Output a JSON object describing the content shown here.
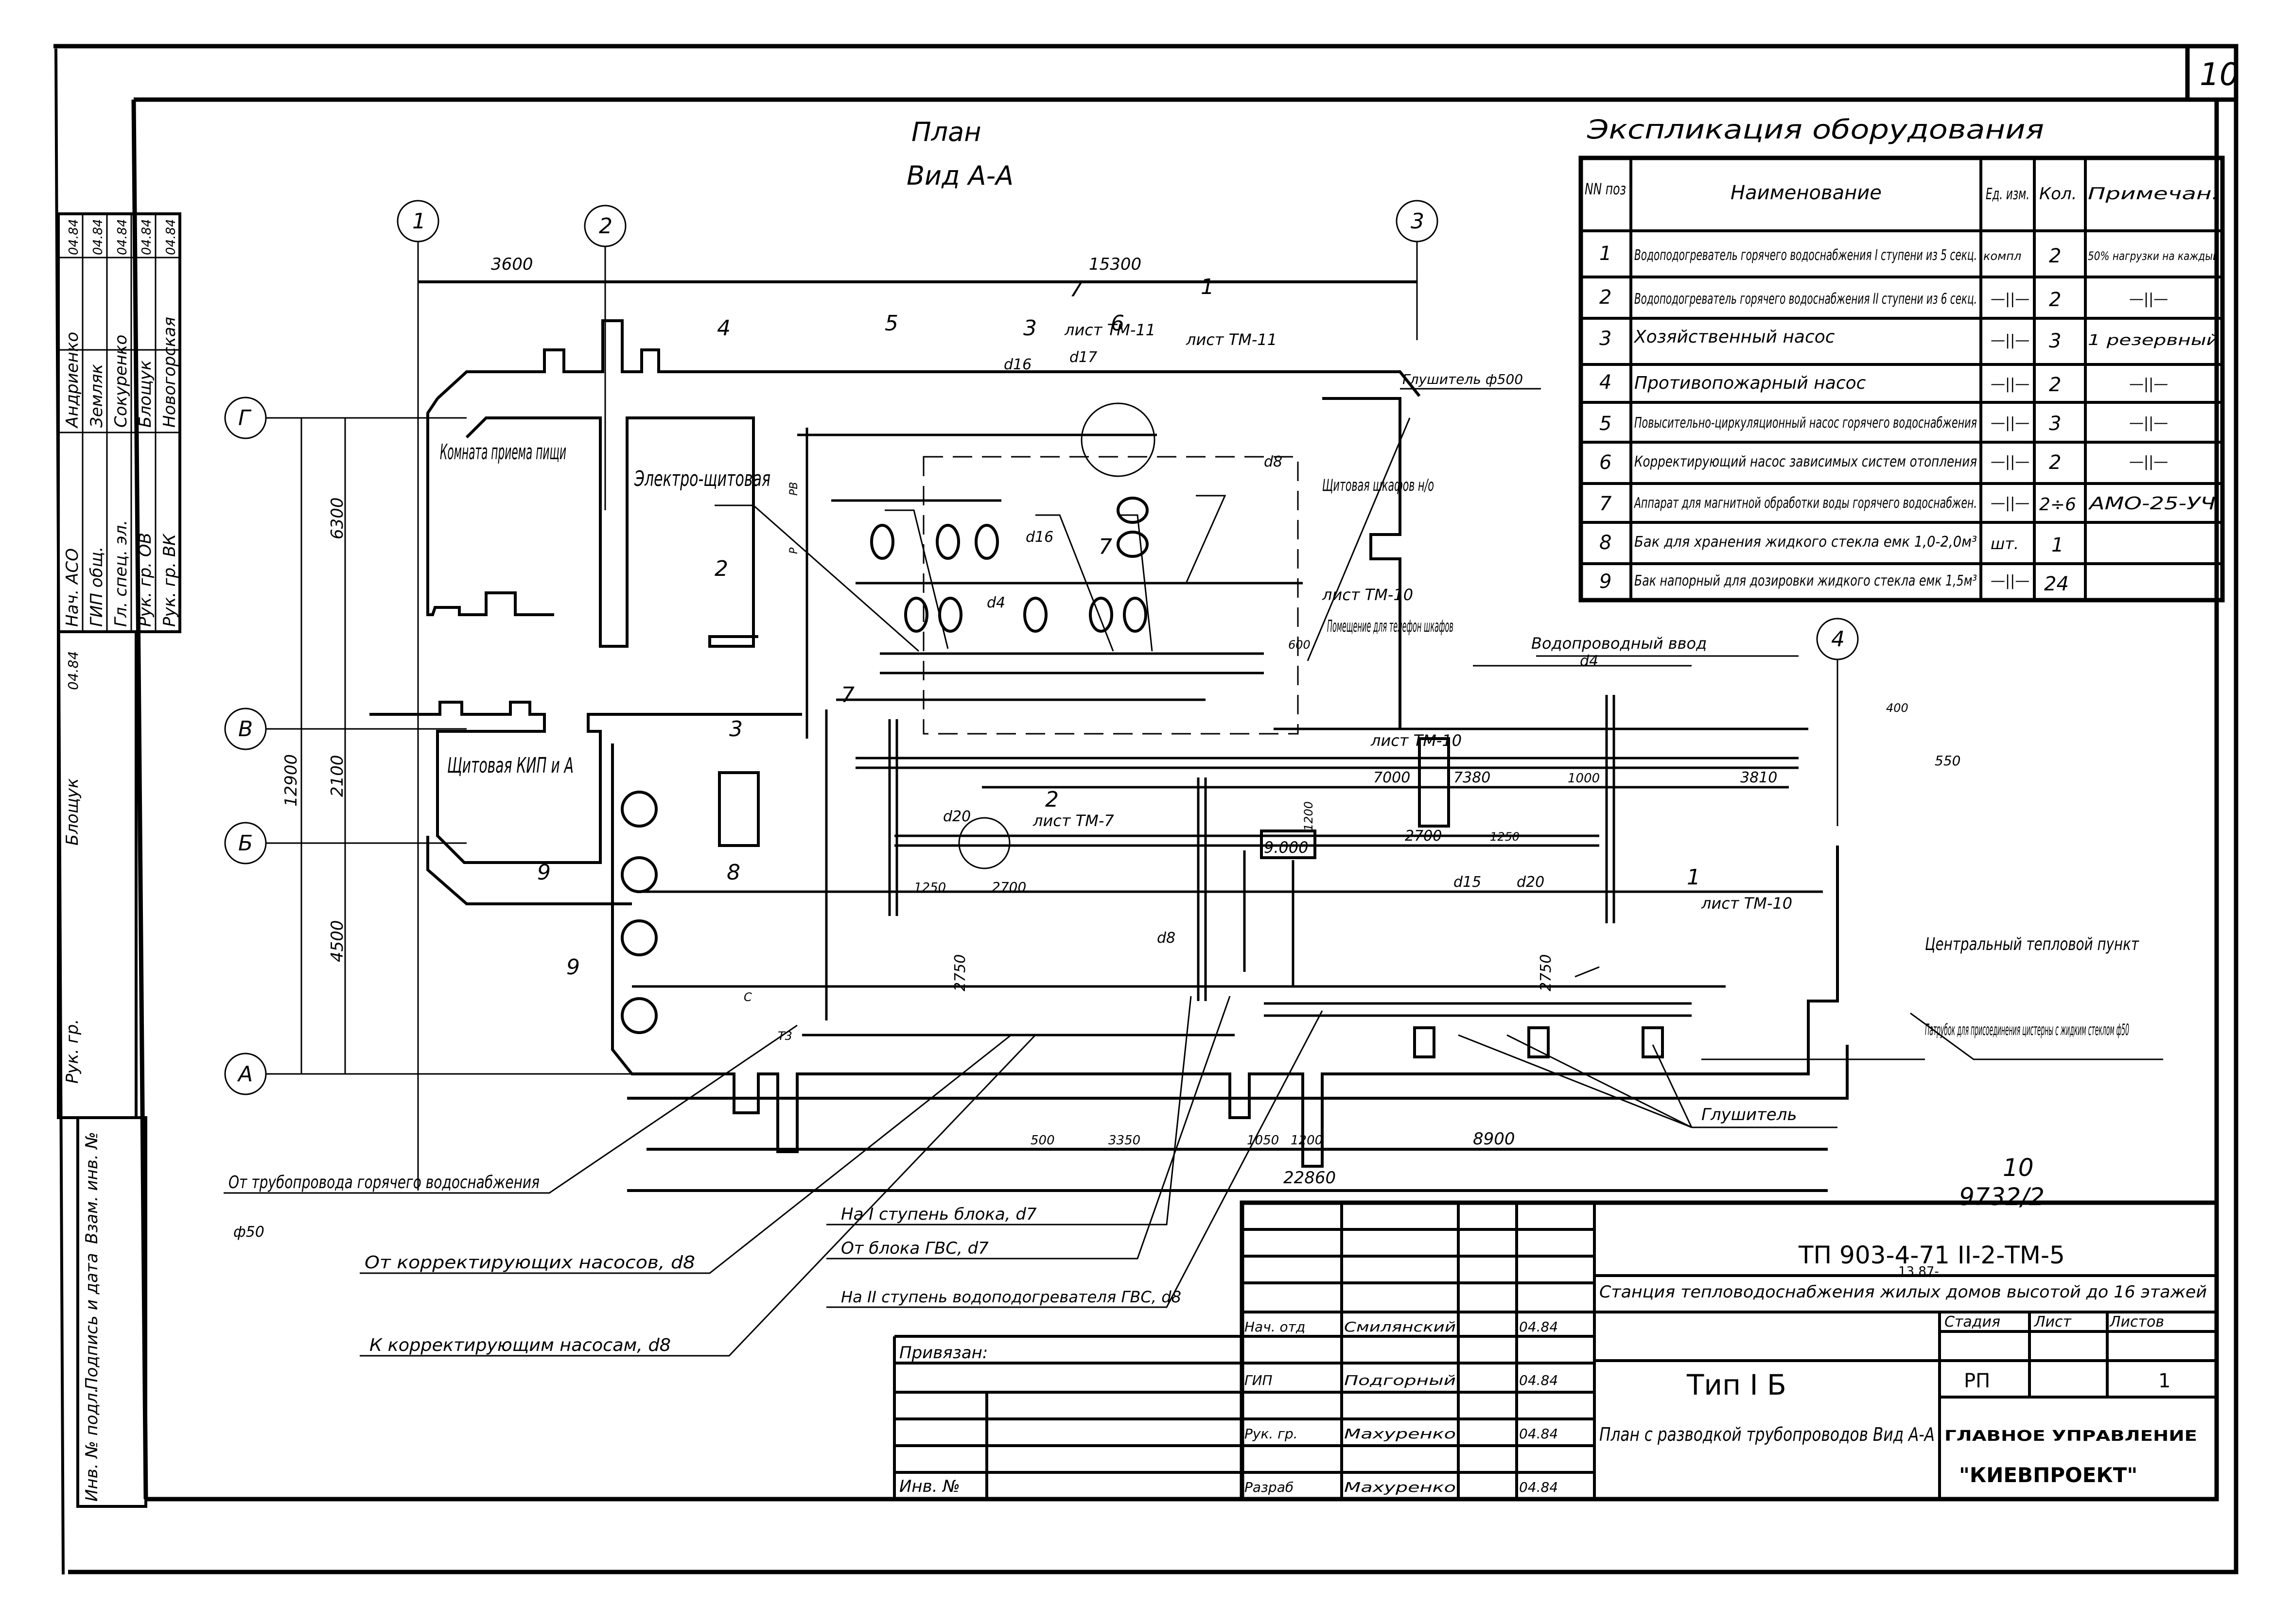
{
  "sheet": {
    "number": "10",
    "archive_code": "10",
    "archive_number": "9732/2"
  },
  "plan": {
    "title": "План",
    "subtitle": "Вид А-А",
    "axes_columns": [
      "1",
      "2",
      "3",
      "4"
    ],
    "axes_rows": [
      "Г",
      "В",
      "Б",
      "А"
    ],
    "dimensions_top": [
      "3600",
      "15300"
    ],
    "dimensions_left": [
      "6300",
      "2100",
      "12900",
      "4500"
    ],
    "dimensions_bottom": [
      "500",
      "3350",
      "1050",
      "1200",
      "8900",
      "22860"
    ],
    "dimensions_inner": [
      "7000",
      "7380",
      "1000",
      "3810",
      "400",
      "550",
      "1200",
      "1250",
      "2700",
      "2700",
      "1250",
      "2750",
      "2750",
      "600",
      "9.000"
    ],
    "rooms": [
      {
        "label": "Комната приема пищи"
      },
      {
        "label": "Электро-щитовая"
      },
      {
        "label": "Щитовая КИП и А"
      },
      {
        "label": "Щитовая шкафов н/о"
      },
      {
        "label": "Помещение для телефон шкафов"
      }
    ],
    "sheet_refs": [
      "лист ТМ-11",
      "лист ТМ-11",
      "лист ТМ-10",
      "лист ТМ-10",
      "лист ТМ-10",
      "лист ТМ-7"
    ],
    "section_marks": [
      "1",
      "2",
      "3",
      "7",
      "1"
    ],
    "position_marks": [
      "4",
      "5",
      "3",
      "6",
      "7",
      "7",
      "8",
      "9",
      "9",
      "2"
    ],
    "pipe_labels": [
      "d16",
      "d17",
      "d16",
      "d8",
      "d4",
      "d4",
      "d20",
      "d15",
      "d20",
      "d8",
      "РВ",
      "Р",
      "С",
      "Т3"
    ],
    "callouts": {
      "muffler_top": "Глушитель ф500",
      "water_inlet": "Водопроводный ввод",
      "central_heat": "Центральный тепловой пункт",
      "nozzle": "Патрубок для присоединения цистерны с жидким стеклом ф50",
      "muffler_bottom": "Глушитель",
      "from_hot_water": "От трубопровода горячего водоснабжения",
      "from_hot_water_dia": "ф50",
      "from_correcting": "От корректирующих насосов, d8",
      "to_correcting": "К корректирующим насосам, d8",
      "to_stage1": "На I ступень блока, d7",
      "from_block": "От блока ГВС, d7",
      "to_stage2": "На II ступень водоподогревателя ГВС, d8"
    }
  },
  "equipment_table": {
    "title": "Экспликация оборудования",
    "headers": [
      "NN поз",
      "Наименование",
      "Ед. изм.",
      "Кол.",
      "Примечан."
    ],
    "rows": [
      {
        "pos": "1",
        "name": "Водоподогреватель горячего водоснабжения I ступени из 5 секц.",
        "unit": "компл",
        "qty": "2",
        "note": "50% нагрузки на каждый"
      },
      {
        "pos": "2",
        "name": "Водоподогреватель горячего водоснабжения II ступени из 6 секц.",
        "unit": "—||—",
        "qty": "2",
        "note": "—||—"
      },
      {
        "pos": "3",
        "name": "Хозяйственный насос",
        "unit": "—||—",
        "qty": "3",
        "note": "1 резервный"
      },
      {
        "pos": "4",
        "name": "Противопожарный насос",
        "unit": "—||—",
        "qty": "2",
        "note": "—||—"
      },
      {
        "pos": "5",
        "name": "Повысительно-циркуляционный насос горячего водоснабжения",
        "unit": "—||—",
        "qty": "3",
        "note": "—||—"
      },
      {
        "pos": "6",
        "name": "Корректирующий насос зависимых систем отопления",
        "unit": "—||—",
        "qty": "2",
        "note": "—||—"
      },
      {
        "pos": "7",
        "name": "Аппарат для магнитной обработки воды горячего водоснабжен.",
        "unit": "—||—",
        "qty": "2÷6",
        "note": "АМО-25-УЧ"
      },
      {
        "pos": "8",
        "name": "Бак для хранения жидкого стекла емк 1,0-2,0м³",
        "unit": "шт.",
        "qty": "1",
        "note": ""
      },
      {
        "pos": "9",
        "name": "Бак напорный для дозировки жидкого стекла емк 1,5м³",
        "unit": "—||—",
        "qty": "24",
        "note": ""
      }
    ]
  },
  "title_block": {
    "doc_code": "ТП 903-4-71 II-2-ТМ-5",
    "doc_code_sub": "13.87-",
    "project_title": "Станция тепловодоснабжения жилых домов высотой до 16 этажей",
    "type": "Тип I Б",
    "stage_header": "Стадия",
    "sheet_header": "Лист",
    "sheets_header": "Листов",
    "stage": "РП",
    "sheet": "",
    "sheets": "1",
    "drawing_title": "План с разводкой трубопроводов Вид А-А",
    "organization_line1": "ГЛАВНОЕ УПРАВЛЕНИЕ",
    "organization_line2": "\"КИЕВПРОЕКТ\"",
    "attached_label": "Привязан:",
    "inv_label": "Инв. №",
    "signatures": [
      {
        "role": "Нач. отд",
        "name": "Смилянский",
        "date": "04.84"
      },
      {
        "role": "ГИП",
        "name": "Подгорный",
        "date": "04.84"
      },
      {
        "role": "Рук. гр.",
        "name": "Махуренко",
        "date": "04.84"
      },
      {
        "role": "Разраб",
        "name": "Махуренко",
        "date": "04.84"
      }
    ]
  },
  "side_stamp": {
    "approvals": [
      {
        "role": "Нач. АСО",
        "name": "Андриенко",
        "date": "04.84"
      },
      {
        "role": "ГИП общ.",
        "name": "Земляк",
        "date": "04.84"
      },
      {
        "role": "Гл. спец. эл.",
        "name": "Сокуренко",
        "date": "04.84"
      },
      {
        "role": "Рук. гр. ОВ",
        "name": "Блощук",
        "date": "04.84"
      },
      {
        "role": "Рук. гр. ВК",
        "name": "Новогорская",
        "date": "04.84"
      }
    ],
    "date_cell": "04.84",
    "lower_rows": [
      {
        "label": "Блощук"
      },
      {
        "label": "Рук. гр."
      }
    ],
    "archive_cells": [
      "Взам. инв. №",
      "Подпись и дата",
      "Инв. № подл."
    ]
  }
}
